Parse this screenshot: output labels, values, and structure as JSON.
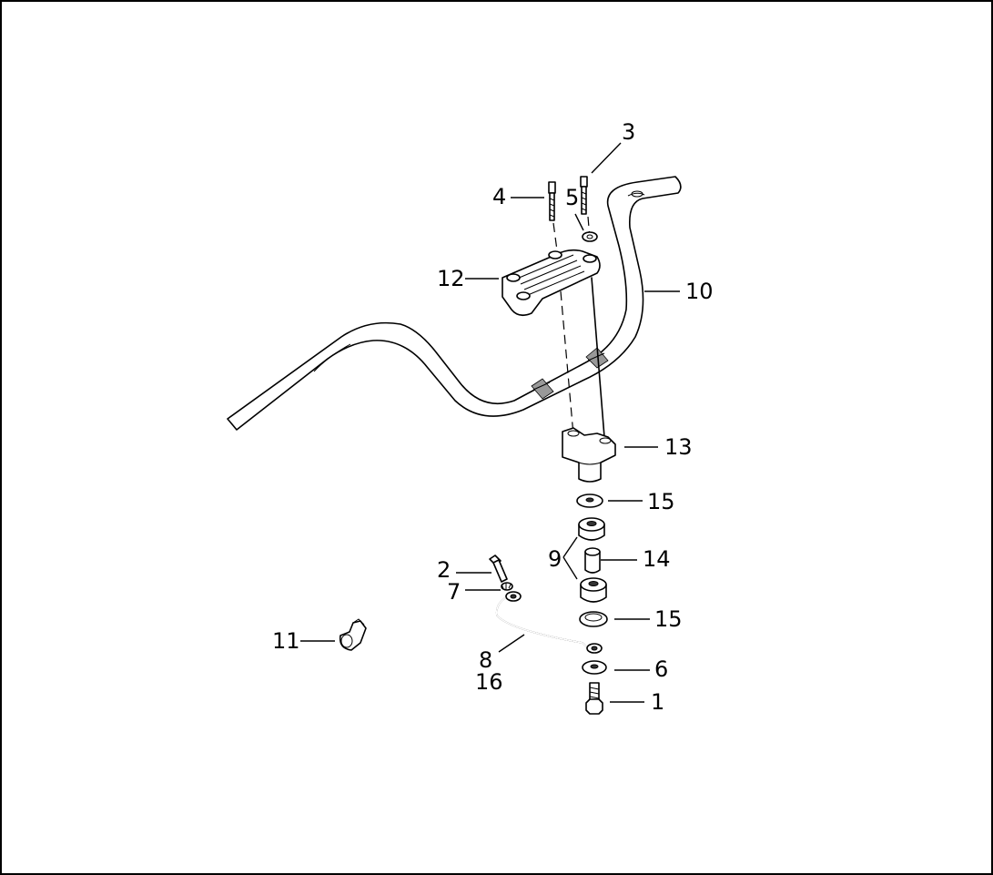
{
  "diagram": {
    "colors": {
      "line": "#000000",
      "background": "#ffffff",
      "shading": "#999999"
    },
    "callouts": {
      "c1": "1",
      "c2": "2",
      "c3": "3",
      "c4": "4",
      "c5": "5",
      "c6": "6",
      "c7": "7",
      "c8": "8",
      "c9": "9",
      "c10": "10",
      "c11": "11",
      "c12": "12",
      "c13": "13",
      "c14": "14",
      "c15a": "15",
      "c15b": "15",
      "c16": "16"
    }
  }
}
